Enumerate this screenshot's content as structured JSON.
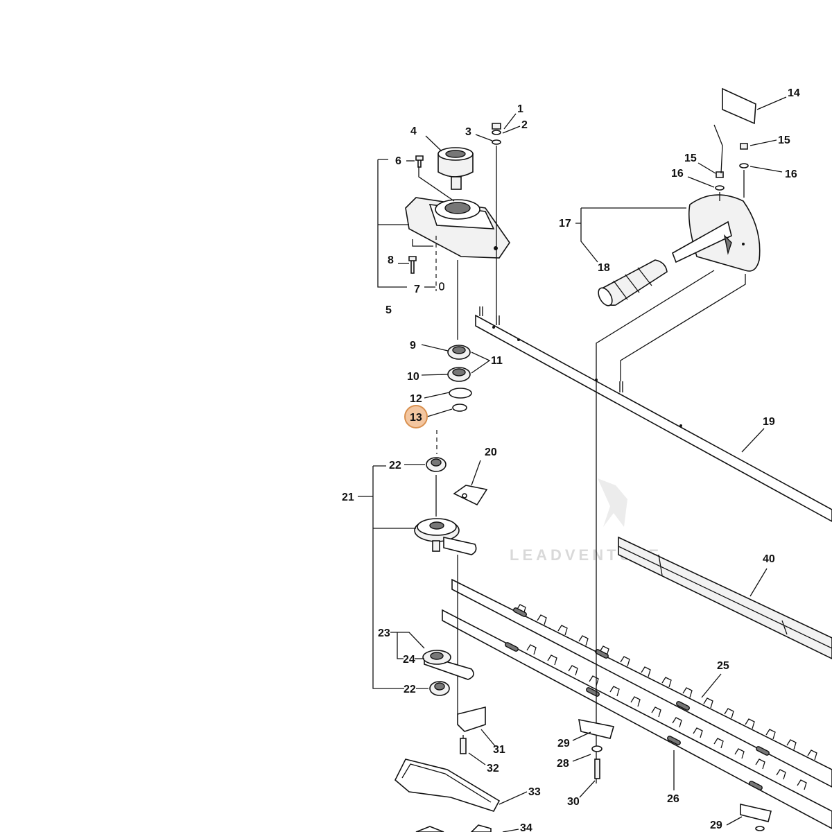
{
  "watermark": "LEADVENTURE",
  "highlight_color": "#F3C6A0",
  "highlight_border": "#D9904F",
  "callouts": {
    "c1": "1",
    "c2": "2",
    "c3": "3",
    "c4": "4",
    "c5": "5",
    "c6": "6",
    "c7": "7",
    "c8": "8",
    "c9": "9",
    "c10": "10",
    "c11": "11",
    "c12": "12",
    "c13": "13",
    "c14": "14",
    "c15a": "15",
    "c15b": "15",
    "c16a": "16",
    "c16b": "16",
    "c17": "17",
    "c18": "18",
    "c19": "19",
    "c20": "20",
    "c21": "21",
    "c22a": "22",
    "c22b": "22",
    "c23": "23",
    "c24": "24",
    "c25": "25",
    "c26": "26",
    "c28": "28",
    "c29a": "29",
    "c29b": "29",
    "c30": "30",
    "c31": "31",
    "c32": "32",
    "c33": "33",
    "c34": "34",
    "c40": "40"
  }
}
